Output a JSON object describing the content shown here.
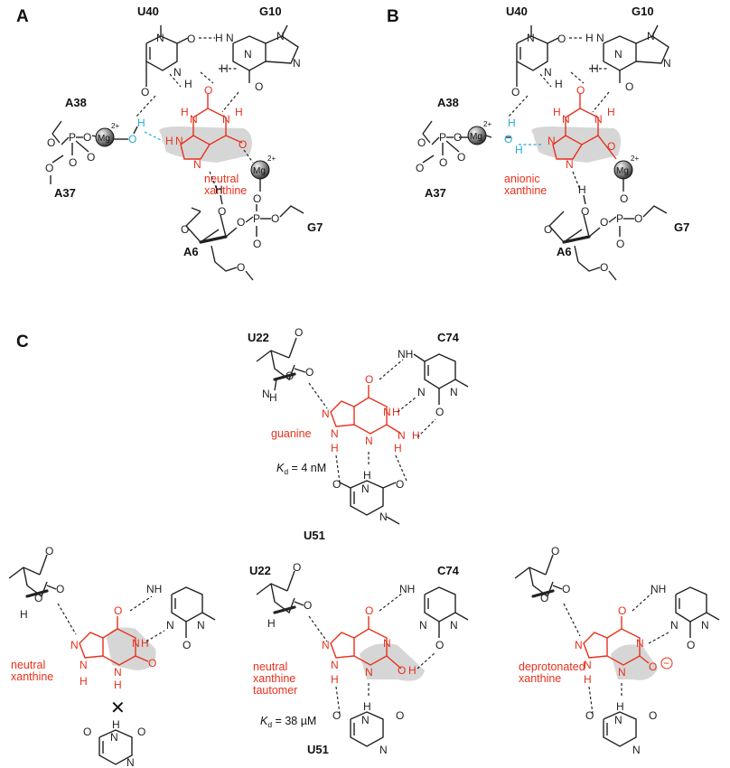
{
  "panels": {
    "a": "A",
    "b": "B",
    "c": "C"
  },
  "residues": {
    "u40": "U40",
    "g10": "G10",
    "a38": "A38",
    "a37": "A37",
    "a6": "A6",
    "g7": "G7",
    "u22": "U22",
    "c74": "C74",
    "u51": "U51"
  },
  "ligand_labels": {
    "neutral_xanthine_a": [
      "neutral",
      "xanthine"
    ],
    "anionic_xanthine_b": [
      "anionic",
      "xanthine"
    ],
    "guanine": "guanine",
    "neutral_xanthine_c": [
      "neutral",
      "xanthine"
    ],
    "neutral_xanthine_tautomer": [
      "neutral",
      "xanthine",
      "tautomer"
    ],
    "deprotonated_xanthine": [
      "deprotonated",
      "xanthine"
    ]
  },
  "kd": {
    "prefix": "K",
    "subscript": "d",
    "guanine_value": " = 4 nM",
    "tautomer_value": " = 38 µM"
  },
  "metal": {
    "symbol": "Mg",
    "charge": "2+"
  },
  "atoms": {
    "n": "N",
    "o": "O",
    "h": "H",
    "p": "P",
    "nh": "NH",
    "hn": "HN",
    "minus": "−",
    "cross": "✕"
  },
  "colors": {
    "ligand": "#e8301c",
    "water": "#29a9d8",
    "shade": "#cfcfcf",
    "ink": "#222222"
  }
}
